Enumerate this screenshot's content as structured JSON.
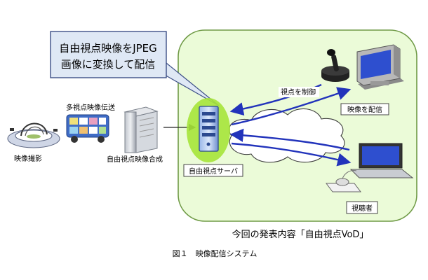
{
  "callout": {
    "line1": "自由視点映像をJPEG",
    "line2": "画像に変換して配信"
  },
  "labels": {
    "multi_view_transmission": "多視点映像伝送",
    "video_capture": "映像撮影",
    "fvv_synthesis": "自由視点映像合成",
    "fvv_server": "自由視点サーバ",
    "viewpoint_control": "視点を制御",
    "video_delivery": "映像を配信",
    "viewer": "視聴者"
  },
  "scope_caption": "今回の発表内容「自由視点VoD」",
  "figure_caption": "図１　映像配信システム",
  "colors": {
    "scope_fill": "#ebfbd8",
    "scope_stroke": "#6f9a46",
    "callout_fill": "#dfe8f5",
    "arrow_blue": "#2233bb",
    "server_glow": "#a6e43a"
  }
}
